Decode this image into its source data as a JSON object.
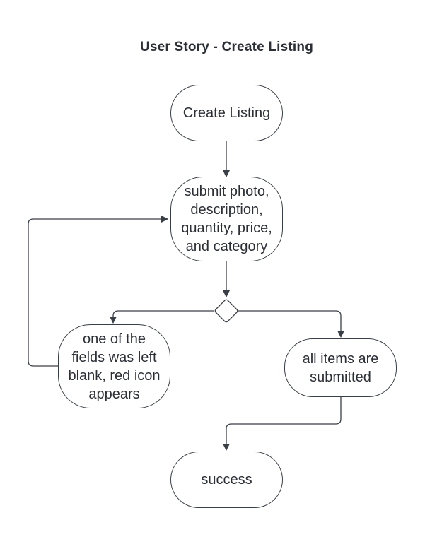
{
  "title": "User Story - Create Listing",
  "nodes": {
    "start": "Create Listing",
    "submit": [
      "submit photo,",
      "description,",
      "quantity, price,",
      "and category"
    ],
    "error": [
      "one of the",
      "fields was left",
      "blank, red icon",
      "appears"
    ],
    "submitted": [
      "all items are",
      "submitted"
    ],
    "success": "success"
  },
  "colors": {
    "stroke": "#3a3f47",
    "text": "#2b2f36",
    "background": "#ffffff"
  }
}
